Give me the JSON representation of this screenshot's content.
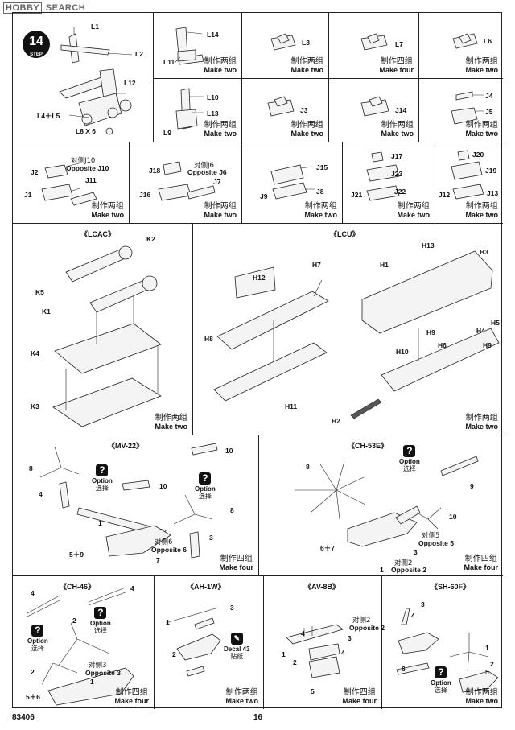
{
  "watermark": {
    "brand": "HOBBY",
    "text": "SEARCH"
  },
  "step": {
    "number": "14",
    "label": "STEP"
  },
  "captions": {
    "two_zh": "制作两组",
    "two_en": "Make two",
    "four_zh": "制作四组",
    "four_en": "Make four"
  },
  "option": {
    "en": "Option",
    "zh": "选择",
    "symbol": "?"
  },
  "decal": {
    "en": "Decal",
    "zh": "贴纸",
    "num": "43"
  },
  "row1": {
    "crane": {
      "l1": "L1",
      "l2": "L2",
      "l12": "L12",
      "l45": "L4＋L5",
      "l8": "L8 X 6"
    },
    "c2": {
      "a": "L14",
      "b": "L11"
    },
    "c3": {
      "a": "L3"
    },
    "c4": {
      "a": "L7"
    },
    "c5": {
      "a": "L6"
    }
  },
  "row2": {
    "c2": {
      "a": "L10",
      "b": "L13",
      "c": "L9"
    },
    "c3": {
      "a": "J3"
    },
    "c4": {
      "a": "J14"
    },
    "c5": {
      "a": "J4",
      "b": "J5"
    }
  },
  "row3": {
    "c1": {
      "opp_zh": "对侧J10",
      "opp_en": "Opposite J10",
      "j2": "J2",
      "j11": "J11",
      "j1": "J1"
    },
    "c2": {
      "j18": "J18",
      "opp_zh": "对侧J6",
      "opp_en": "Opposite J6",
      "j7": "J7",
      "j16": "J16"
    },
    "c3": {
      "j15": "J15",
      "j9": "J9",
      "j8": "J8"
    },
    "c4": {
      "j17": "J17",
      "j23": "J23",
      "j21": "J21",
      "j22": "J22"
    },
    "c5": {
      "j20": "J20",
      "j19": "J19",
      "j12": "J12",
      "j13": "J13"
    }
  },
  "row4": {
    "lcac": {
      "title": "《LCAC》",
      "k2": "K2",
      "k5": "K5",
      "k1": "K1",
      "k4": "K4",
      "k3": "K3"
    },
    "lcu": {
      "title": "《LCU》",
      "h13": "H13",
      "h3": "H3",
      "h12": "H12",
      "h7": "H7",
      "h1": "H1",
      "h5": "H5",
      "h4": "H4",
      "h8": "H8",
      "h9a": "H9",
      "h6": "H6",
      "h9b": "H9",
      "h10": "H10",
      "h11": "H11",
      "h2": "H2"
    }
  },
  "row5": {
    "mv22": {
      "title": "《MV-22》",
      "n8a": "8",
      "n4": "4",
      "n10a": "10",
      "n10b": "10",
      "n1": "1",
      "n8b": "8",
      "n3": "3",
      "opp_zh": "对侧6",
      "opp_en": "Opposite 6",
      "n59": "5＋9",
      "n7": "7"
    },
    "ch53": {
      "title": "《CH-53E》",
      "n8": "8",
      "n9": "9",
      "n10": "10",
      "opp5_zh": "对侧5",
      "opp5_en": "Opposite 5",
      "n67": "6＋7",
      "n3": "3",
      "opp2_zh": "对侧2",
      "n1": "1",
      "opp2_en": "Opposite 2"
    }
  },
  "row6": {
    "ch46": {
      "title": "《CH-46》",
      "n4a": "4",
      "n4b": "4",
      "n2a": "2",
      "n2b": "2",
      "opp_zh": "对侧3",
      "opp_en": "Opposite 3",
      "n1": "1",
      "n56": "5＋6"
    },
    "ah1w": {
      "title": "《AH-1W》",
      "n3": "3",
      "n1": "1",
      "n2": "2"
    },
    "av8b": {
      "title": "《AV-8B》",
      "opp_zh": "对侧2",
      "opp_en": "Opposite 2",
      "n3": "3",
      "n1": "1",
      "n4a": "4",
      "n4b": "4",
      "n2": "2",
      "n5": "5"
    },
    "sh60": {
      "title": "《SH-60F》",
      "n3": "3",
      "n4": "4",
      "n1": "1",
      "n2": "2",
      "n5": "5",
      "n6": "6"
    }
  },
  "footer": {
    "code": "83406",
    "page": "16"
  }
}
